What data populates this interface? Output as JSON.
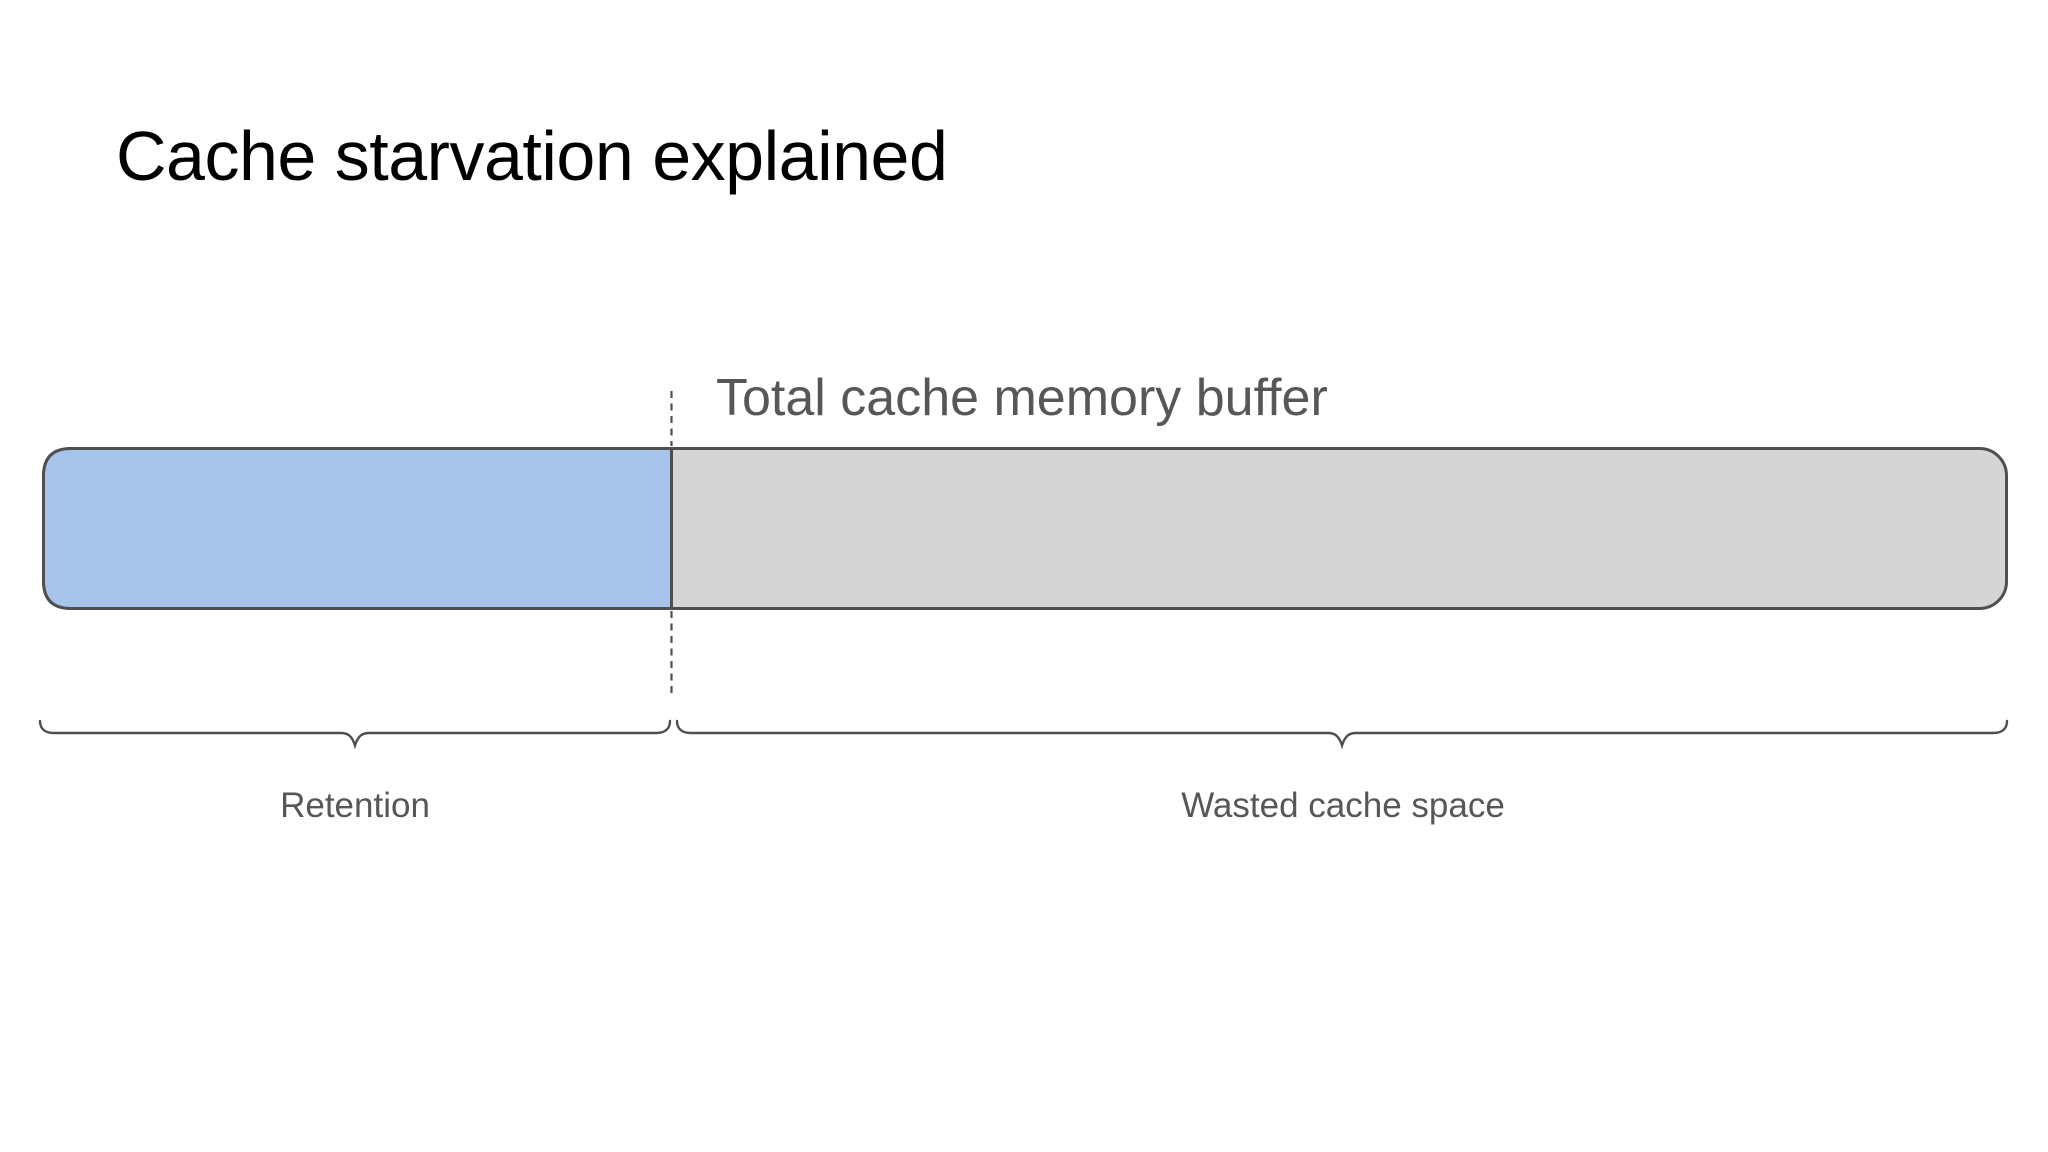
{
  "slide": {
    "title": "Cache starvation explained",
    "diagram": {
      "buffer_label": "Total cache memory buffer",
      "retention_label": "Retention",
      "wasted_label": "Wasted cache space",
      "retention_fraction": 0.32,
      "colors": {
        "retention_fill": "#a6c3e9",
        "buffer_fill": "#d5d5d5",
        "outline": "#4f4f4f",
        "divider": "#4f4f4f",
        "brace": "#4f4f4f",
        "title_text": "#000000",
        "label_text": "#575757"
      }
    }
  }
}
